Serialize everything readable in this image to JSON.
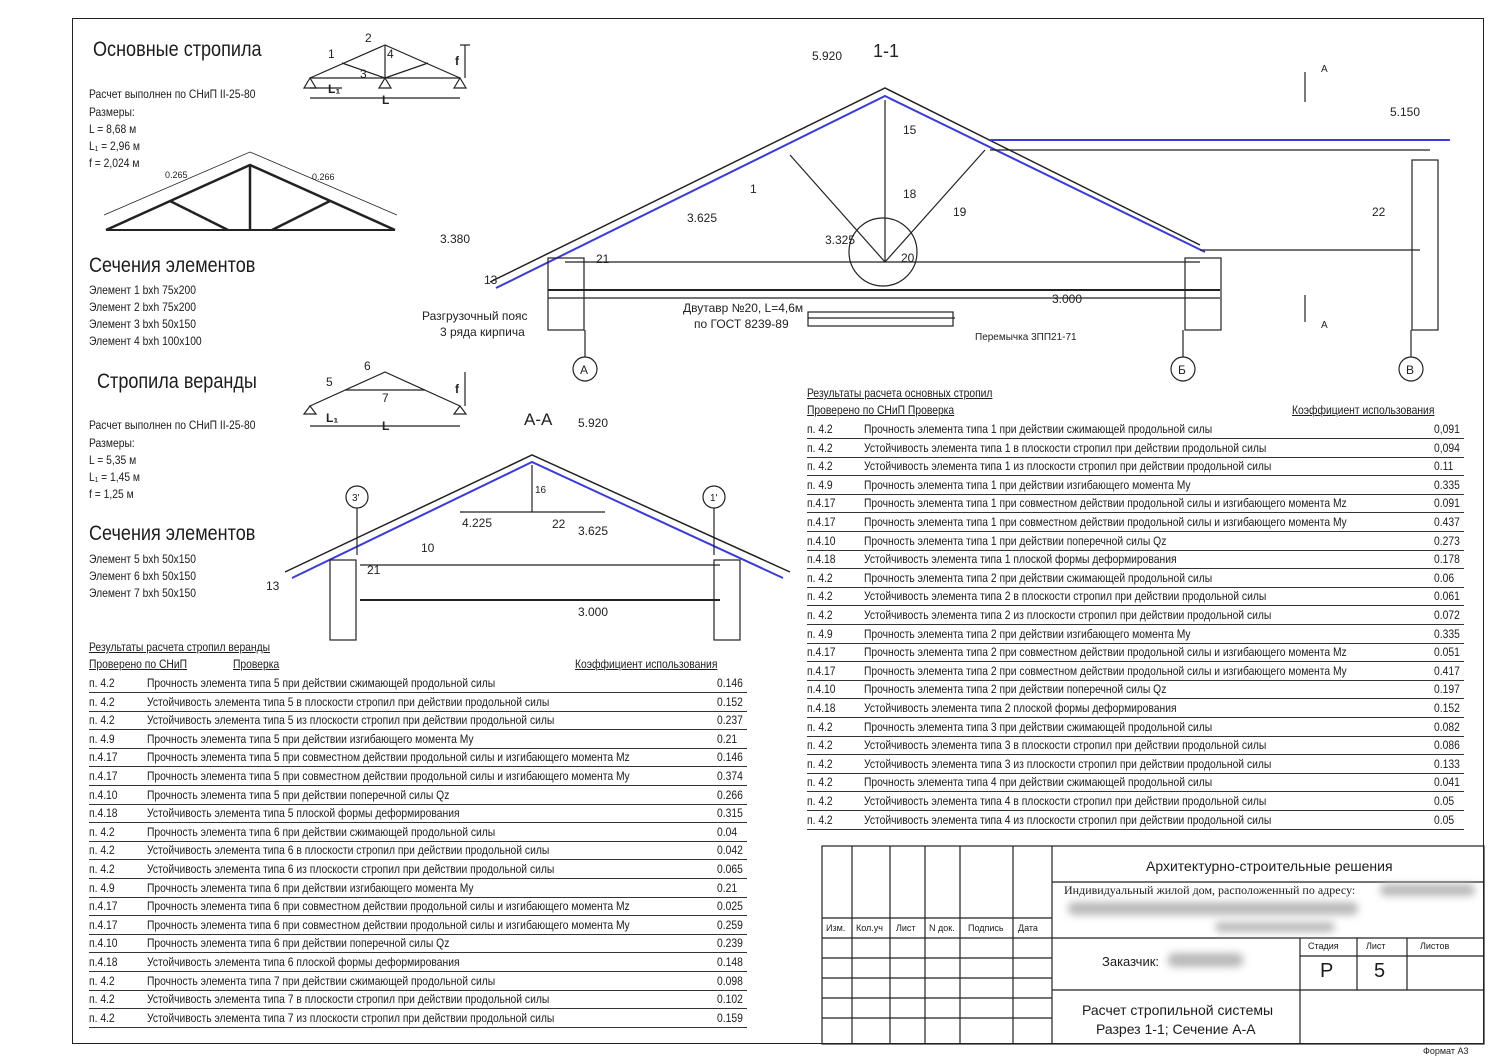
{
  "left": {
    "main_title": "Основные стропила",
    "main_calc": [
      "Расчет выполнен по СНиП II-25-80",
      "Размеры:",
      "L = 8,68 м",
      "L₁ = 2,96 м",
      "f = 2,024 м"
    ],
    "main_sec_title": "Сечения элементов",
    "main_sec": [
      "Элемент 1 bxh 75x200",
      "Элемент 2 bxh 75x200",
      "Элемент 3 bxh 50x150",
      "Элемент 4 bxh 100x100"
    ],
    "ver_title": "Стропила веранды",
    "ver_calc": [
      "Расчет выполнен по СНиП II-25-80",
      "Размеры:",
      "L = 5,35 м",
      "L₁ = 1,45 м",
      "f = 1,25 м"
    ],
    "ver_sec_title": "Сечения элементов",
    "ver_sec": [
      "Элемент 5 bxh 50x150",
      "Элемент 6 bxh 50x150",
      "Элемент 7 bxh 50x150"
    ]
  },
  "schema": {
    "main_labels": [
      "1",
      "2",
      "3",
      "4",
      "f",
      "L₁",
      "L"
    ],
    "ver_labels": [
      "5",
      "6",
      "7",
      "f",
      "L₁",
      "L"
    ],
    "load_labels": [
      "0.265",
      "0.266"
    ]
  },
  "section11": {
    "title": "1-1",
    "marks": {
      "top": "5.920",
      "right": "5.150",
      "eave": "3.380",
      "m1": "3.625",
      "m2": "3.325",
      "floor": "3.000"
    },
    "numbers": [
      "1",
      "13",
      "15",
      "18",
      "19",
      "20",
      "21",
      "22"
    ],
    "notes": {
      "belt1": "Разгрузочный пояс",
      "belt2": "3 ряда кирпича",
      "beam1": "Двутавр №20, L=4,6м",
      "beam2": "по ГОСТ 8239-89",
      "lintel": "Перемычка 3ПП21-71",
      "cut": "А"
    },
    "axes": [
      "А",
      "Б",
      "В"
    ]
  },
  "sectionAA": {
    "title": "А-А",
    "marks": {
      "top": "5.920",
      "m1": "4.225",
      "m2": "3.625",
      "floor": "3.000"
    },
    "numbers": [
      "10",
      "13",
      "16",
      "21",
      "22"
    ],
    "axes": [
      "3'",
      "1'"
    ]
  },
  "ver_table": {
    "caption": "Результаты расчета стропил веранды",
    "header": [
      "Проверено по СНиП",
      "Проверка",
      "Коэффициент использования"
    ],
    "rows": [
      [
        "п. 4.2",
        "Прочность элемента типа 5 при действии сжимающей продольной силы",
        "0.146"
      ],
      [
        "п. 4.2",
        "Устойчивость элемента типа 5 в плоскости стропил при действии продольной силы",
        "0.152"
      ],
      [
        "п. 4.2",
        "Устойчивость элемента типа 5 из плоскости стропил при действии продольной силы",
        "0.237"
      ],
      [
        "п. 4.9",
        "Прочность элемента типа 5 при действии изгибающего момента My",
        "0.21"
      ],
      [
        "п.4.17",
        "Прочность элемента типа 5 при совместном действии продольной силы и изгибающего момента Mz",
        "0.146"
      ],
      [
        "п.4.17",
        "Прочность элемента типа 5 при совместном действии продольной силы и изгибающего момента My",
        "0.374"
      ],
      [
        "п.4.10",
        "Прочность элемента типа 5 при действии поперечной силы Qz",
        "0.266"
      ],
      [
        "п.4.18",
        "Устойчивость элемента типа 5 плоской формы деформирования",
        "0.315"
      ],
      [
        "п. 4.2",
        "Прочность элемента типа 6 при действии сжимающей продольной силы",
        "0.04"
      ],
      [
        "п. 4.2",
        "Устойчивость элемента типа 6 в плоскости стропил при действии продольной силы",
        "0.042"
      ],
      [
        "п. 4.2",
        "Устойчивость элемента типа 6 из плоскости стропил при действии продольной силы",
        "0.065"
      ],
      [
        "п. 4.9",
        "Прочность элемента типа 6 при действии изгибающего момента My",
        "0.21"
      ],
      [
        "п.4.17",
        "Прочность элемента типа 6 при совместном действии продольной силы и изгибающего момента Mz",
        "0.025"
      ],
      [
        "п.4.17",
        "Прочность элемента типа 6 при совместном действии продольной силы и изгибающего момента My",
        "0.259"
      ],
      [
        "п.4.10",
        "Прочность элемента типа 6 при действии поперечной силы Qz",
        "0.239"
      ],
      [
        "п.4.18",
        "Устойчивость элемента типа 6 плоской формы деформирования",
        "0.148"
      ],
      [
        "п. 4.2",
        "Прочность элемента типа 7 при действии сжимающей продольной силы",
        "0.098"
      ],
      [
        "п. 4.2",
        "Устойчивость элемента типа 7 в плоскости стропил при действии продольной силы",
        "0.102"
      ],
      [
        "п. 4.2",
        "Устойчивость элемента типа 7 из плоскости стропил при действии продольной силы",
        "0.159"
      ]
    ]
  },
  "main_table": {
    "caption": "Результаты расчета основных стропил",
    "header": [
      "Проверено по СНиП Проверка",
      "Коэффициент использования"
    ],
    "rows": [
      [
        "п. 4.2",
        "Прочность элемента типа 1 при действии сжимающей продольной силы",
        "0,091"
      ],
      [
        "п. 4.2",
        "Устойчивость элемента типа 1 в плоскости стропил при действии продольной силы",
        "0,094"
      ],
      [
        "п. 4.2",
        "Устойчивость элемента типа 1 из плоскости стропил при действии продольной силы",
        "0.11"
      ],
      [
        "п. 4.9",
        "Прочность элемента типа 1 при действии изгибающего момента My",
        "0.335"
      ],
      [
        "п.4.17",
        "Прочность элемента типа 1 при совместном действии продольной силы и изгибающего момента Mz",
        "0.091"
      ],
      [
        "п.4.17",
        "Прочность элемента типа 1 при совместном действии продольной силы и изгибающего момента My",
        "0.437"
      ],
      [
        "п.4.10",
        "Прочность элемента типа 1 при действии поперечной силы Qz",
        "0.273"
      ],
      [
        "п.4.18",
        "Устойчивость элемента типа 1 плоской формы деформирования",
        "0.178"
      ],
      [
        "п. 4.2",
        "Прочность элемента типа 2 при действии сжимающей продольной силы",
        "0.06"
      ],
      [
        "п. 4.2",
        "Устойчивость элемента типа 2 в плоскости стропил при действии продольной силы",
        "0.061"
      ],
      [
        "п. 4.2",
        "Устойчивость элемента типа 2 из плоскости стропил при действии продольной силы",
        "0.072"
      ],
      [
        "п. 4.9",
        "Прочность элемента типа 2 при действии изгибающего момента My",
        "0.335"
      ],
      [
        "п.4.17",
        "Прочность элемента типа 2 при совместном действии продольной силы и изгибающего момента Mz",
        "0.051"
      ],
      [
        "п.4.17",
        "Прочность элемента типа 2 при совместном действии продольной силы и изгибающего момента My",
        "0.417"
      ],
      [
        "п.4.10",
        "Прочность элемента типа 2 при действии поперечной силы Qz",
        "0.197"
      ],
      [
        "п.4.18",
        "Устойчивость элемента типа 2 плоской формы деформирования",
        "0.152"
      ],
      [
        "п. 4.2",
        "Прочность элемента типа 3 при действии сжимающей продольной силы",
        "0.082"
      ],
      [
        "п. 4.2",
        "Устойчивость элемента типа 3 в плоскости стропил при действии продольной силы",
        "0.086"
      ],
      [
        "п. 4.2",
        "Устойчивость элемента типа 3 из плоскости стропил при действии продольной силы",
        "0.133"
      ],
      [
        "п. 4.2",
        "Прочность элемента типа 4 при действии сжимающей продольной силы",
        "0.041"
      ],
      [
        "п. 4.2",
        "Устойчивость элемента типа 4 в плоскости стропил при действии продольной силы",
        "0.05"
      ],
      [
        "п. 4.2",
        "Устойчивость элемента типа 4 из плоскости стропил при действии продольной силы",
        "0.05"
      ]
    ]
  },
  "stamp": {
    "project": "Архитектурно-строительные решения",
    "address": "Индивидуальный жилой дом, расположенный по адресу:",
    "customer": "Заказчик:",
    "cols": [
      "Изм.",
      "Кол.уч",
      "Лист",
      "N док.",
      "Подпись",
      "Дата"
    ],
    "stage_h": "Стадия",
    "sheet_h": "Лист",
    "sheets_h": "Листов",
    "stage": "Р",
    "sheet": "5",
    "title1": "Расчет стропильной системы",
    "title2": "Разрез 1-1; Сечение А-А",
    "format": "Формат А3"
  },
  "colors": {
    "ink": "#1c1c1c",
    "blue": "#3b3bd6",
    "blur": "#b9b9b9"
  }
}
